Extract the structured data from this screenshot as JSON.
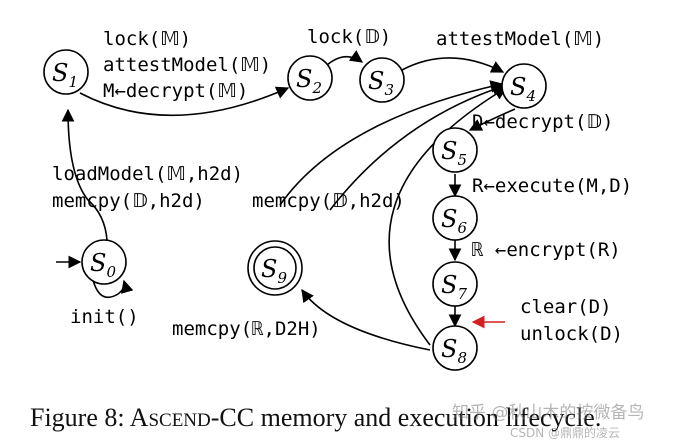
{
  "states": [
    {
      "id": "S1",
      "letter": "S",
      "sub": "1"
    },
    {
      "id": "S2",
      "letter": "S",
      "sub": "2"
    },
    {
      "id": "S3",
      "letter": "S",
      "sub": "3"
    },
    {
      "id": "S4",
      "letter": "S",
      "sub": "4"
    },
    {
      "id": "S5",
      "letter": "S",
      "sub": "5"
    },
    {
      "id": "S6",
      "letter": "S",
      "sub": "6"
    },
    {
      "id": "S7",
      "letter": "S",
      "sub": "7"
    },
    {
      "id": "S8",
      "letter": "S",
      "sub": "8"
    },
    {
      "id": "S9",
      "letter": "S",
      "sub": "9"
    },
    {
      "id": "S0",
      "letter": "S",
      "sub": "0"
    }
  ],
  "edge_labels": {
    "s1_s2": [
      "lock(𝕄)",
      "attestModel(𝕄)",
      "M←decrypt(𝕄)"
    ],
    "s2_s3": [
      "lock(𝔻)"
    ],
    "s3_s4": [
      "attestModel(𝕄)"
    ],
    "s4_s5": [
      "D←decrypt(𝔻)"
    ],
    "s5_s6": [
      "R←execute(M,D)"
    ],
    "s6_s7": [
      "ℝ ←encrypt(R)"
    ],
    "s0_s1": [
      "loadModel(𝕄,h2d)",
      "memcpy(𝔻,h2d)"
    ],
    "s8_s4": [
      "memcpy(𝔻,h2d)"
    ],
    "s0_self": [
      "init()"
    ],
    "s8_s9": [
      "memcpy(ℝ,D2H)"
    ],
    "s7_s8": [
      "clear(D)",
      "unlock(D)"
    ]
  },
  "caption": {
    "prefix": "Figure 8: A",
    "smallcaps": "SCEND",
    "suffix": "-CC memory and execution lifecycle."
  },
  "watermark": {
    "line1": "知乎 @秋山木的按微备鸟",
    "line2": "CSDN @鼎鼎的凌云"
  }
}
